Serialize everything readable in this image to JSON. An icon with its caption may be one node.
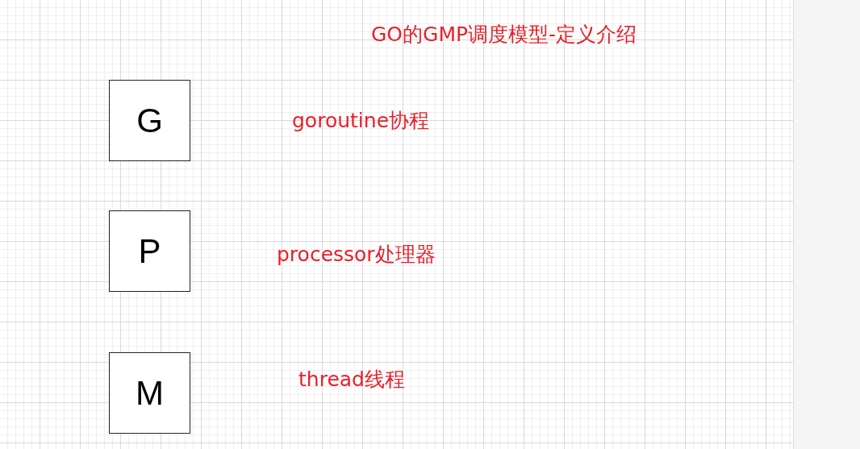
{
  "diagram": {
    "title": "GO的GMP调度模型-定义介绍",
    "nodes": [
      {
        "text": [
          "G"
        ]
      },
      {
        "text": [
          "P"
        ]
      },
      {
        "text": [
          "M"
        ]
      }
    ],
    "labels": [
      "goroutine协程",
      "processor处理器",
      "thread线程"
    ]
  }
}
